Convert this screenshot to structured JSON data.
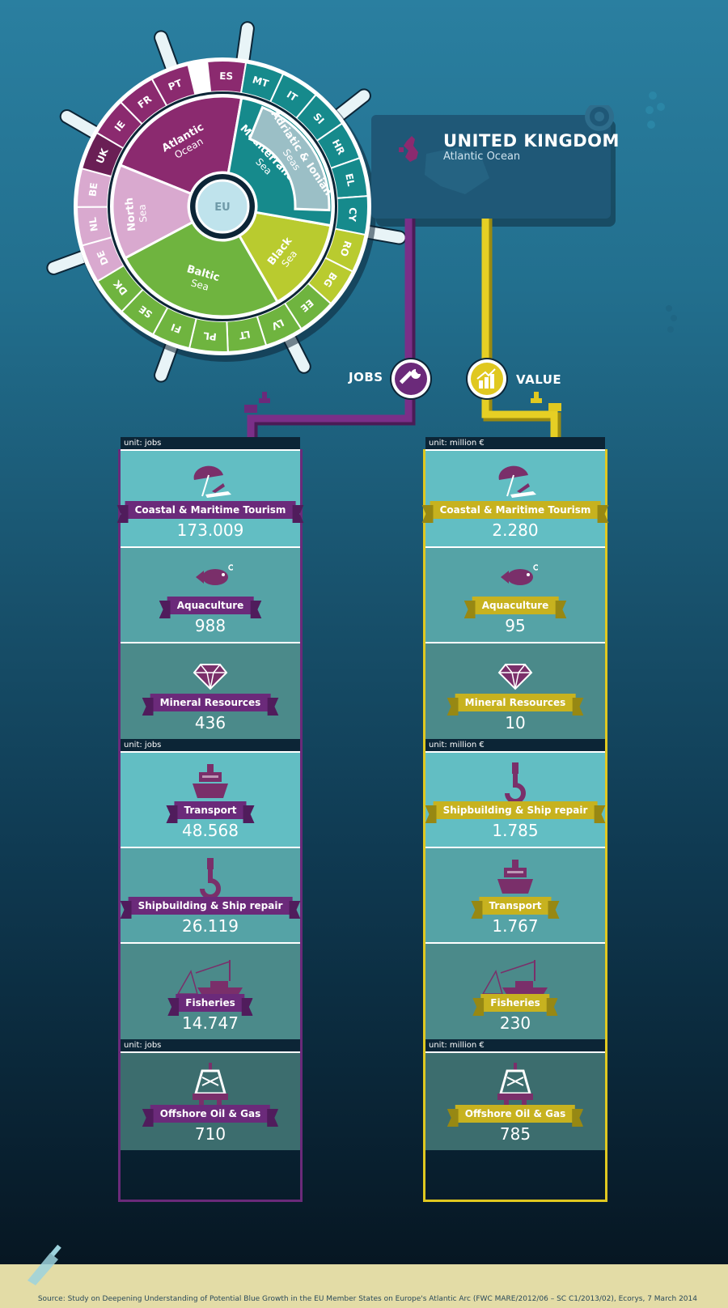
{
  "header": {
    "country": "UNITED KINGDOM",
    "sea_basin": "Atlantic Ocean"
  },
  "wheel": {
    "center": "EU",
    "inner": [
      {
        "title": "Atlantic",
        "sub": "Ocean",
        "color": "#8b2a6f"
      },
      {
        "title": "North",
        "sub": "Sea",
        "color": "#d9a9cf"
      },
      {
        "title": "Baltic",
        "sub": "Sea",
        "color": "#6fb43f"
      },
      {
        "title": "Black",
        "sub": "Sea",
        "color": "#b9cb2f"
      },
      {
        "title": "Mediterranean",
        "sub": "Sea",
        "color": "#168a8c"
      },
      {
        "title": "Adriatic & Ionian",
        "sub": "Seas",
        "color": "#9bbfc6"
      }
    ],
    "countries": [
      "ES",
      "MT",
      "IT",
      "SI",
      "HR",
      "EL",
      "CY",
      "RO",
      "BG",
      "EE",
      "LV",
      "LT",
      "PL",
      "FI",
      "SE",
      "DK",
      "DE",
      "NL",
      "BE",
      "UK",
      "IE",
      "FR",
      "PT"
    ],
    "selected": "UK"
  },
  "labels": {
    "jobs": "JOBS",
    "value": "VALUE"
  },
  "jobs_column": {
    "groups": [
      {
        "unit": "unit: jobs",
        "items": [
          {
            "icon": "beach-umbrella-icon",
            "label": "Coastal & Maritime Tourism",
            "value": "173.009"
          },
          {
            "icon": "fish-icon",
            "label": "Aquaculture",
            "value": "988"
          },
          {
            "icon": "diamond-icon",
            "label": "Mineral Resources",
            "value": "436"
          }
        ]
      },
      {
        "unit": "unit: jobs",
        "items": [
          {
            "icon": "ship-icon",
            "label": "Transport",
            "value": "48.568"
          },
          {
            "icon": "crane-hook-icon",
            "label": "Shipbuilding & Ship repair",
            "value": "26.119"
          },
          {
            "icon": "fishing-boat-icon",
            "label": "Fisheries",
            "value": "14.747"
          }
        ]
      },
      {
        "unit": "unit: jobs",
        "items": [
          {
            "icon": "oil-rig-icon",
            "label": "Offshore Oil & Gas",
            "value": "710"
          }
        ]
      }
    ]
  },
  "value_column": {
    "groups": [
      {
        "unit": "unit: million €",
        "items": [
          {
            "icon": "beach-umbrella-icon",
            "label": "Coastal & Maritime Tourism",
            "value": "2.280"
          },
          {
            "icon": "fish-icon",
            "label": "Aquaculture",
            "value": "95"
          },
          {
            "icon": "diamond-icon",
            "label": "Mineral Resources",
            "value": "10"
          }
        ]
      },
      {
        "unit": "unit: million €",
        "items": [
          {
            "icon": "crane-hook-icon",
            "label": "Shipbuilding & Ship repair",
            "value": "1.785"
          },
          {
            "icon": "ship-icon",
            "label": "Transport",
            "value": "1.767"
          },
          {
            "icon": "fishing-boat-icon",
            "label": "Fisheries",
            "value": "230"
          }
        ]
      },
      {
        "unit": "unit: million €",
        "items": [
          {
            "icon": "oil-rig-icon",
            "label": "Offshore Oil & Gas",
            "value": "785"
          }
        ]
      }
    ]
  },
  "colors": {
    "jobs": "#6b2a7a",
    "value": "#e0c820"
  },
  "source": "Source: Study on Deepening Understanding of Potential Blue Growth in the EU Member States on Europe's Atlantic Arc (FWC MARE/2012/06 – SC C1/2013/02),  Ecorys, 7 March 2014"
}
